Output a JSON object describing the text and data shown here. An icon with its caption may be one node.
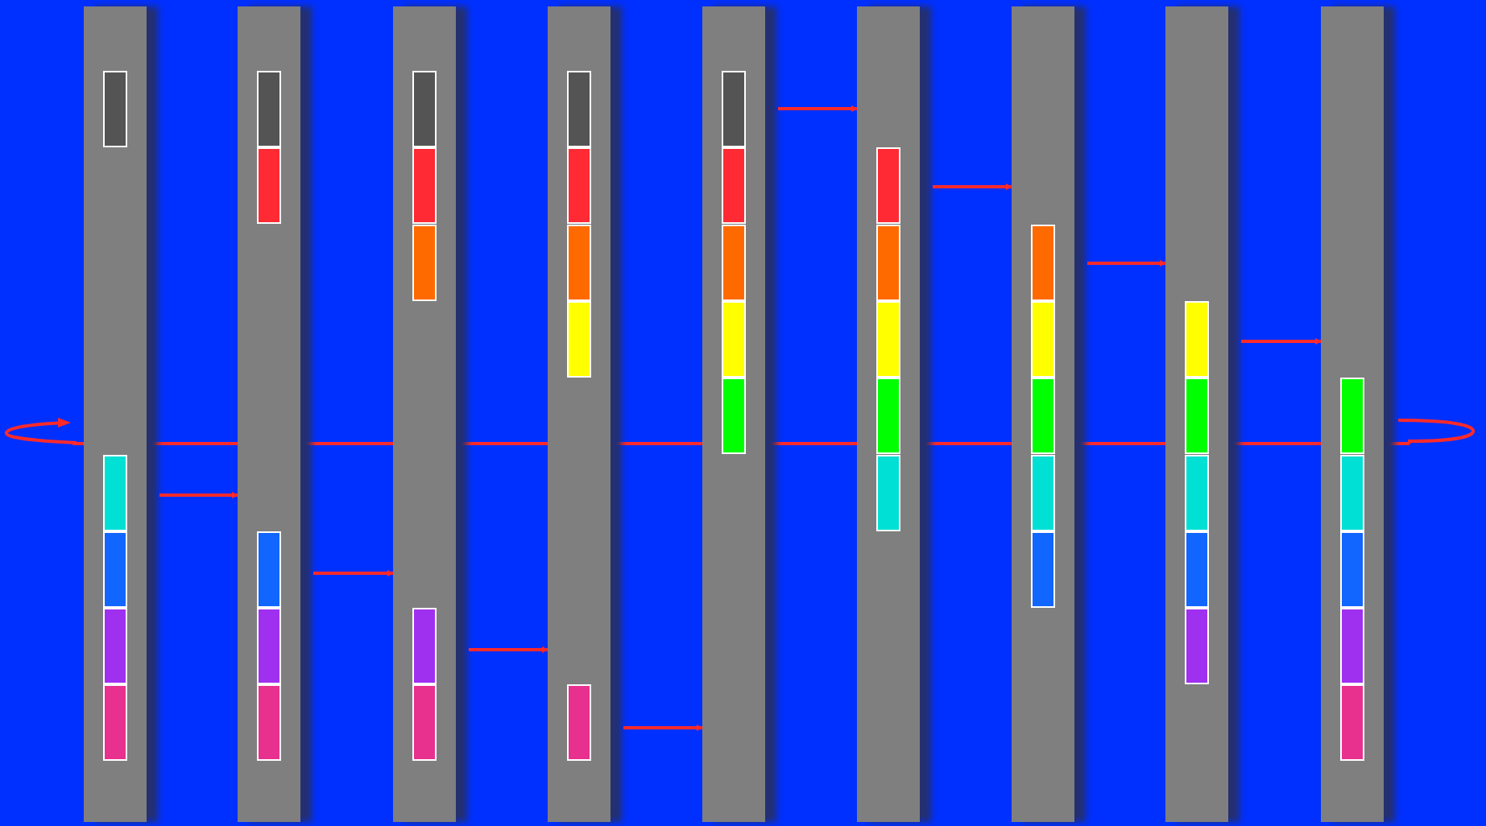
{
  "diagram": {
    "nodes": [
      {
        "text": [],
        "shape": "bar"
      },
      {
        "text": [],
        "shape": "box",
        "in": 0
      },
      {
        "text": [],
        "shape": "box",
        "in": 0
      },
      {
        "text": [],
        "shape": "box",
        "in": 0
      },
      {
        "text": [],
        "shape": "box",
        "in": 0
      },
      {
        "text": [],
        "shape": "box",
        "in": 0
      },
      {
        "text": [],
        "shape": "bar"
      },
      {
        "text": [],
        "shape": "box",
        "in": 6
      },
      {
        "text": [],
        "shape": "box",
        "in": 6
      },
      {
        "text": [],
        "shape": "box",
        "in": 6
      },
      {
        "text": [],
        "shape": "box",
        "in": 6
      },
      {
        "text": [],
        "shape": "box",
        "in": 6
      },
      {
        "text": [],
        "shape": "bar"
      },
      {
        "text": [],
        "shape": "box",
        "in": 12
      },
      {
        "text": [],
        "shape": "box",
        "in": 12
      },
      {
        "text": [],
        "shape": "box",
        "in": 12
      },
      {
        "text": [],
        "shape": "box",
        "in": 12
      },
      {
        "text": [],
        "shape": "box",
        "in": 12
      },
      {
        "text": [],
        "shape": "bar"
      },
      {
        "text": [],
        "shape": "box",
        "in": 18
      },
      {
        "text": [],
        "shape": "box",
        "in": 18
      },
      {
        "text": [],
        "shape": "box",
        "in": 18
      },
      {
        "text": [],
        "shape": "box",
        "in": 18
      },
      {
        "text": [],
        "shape": "box",
        "in": 18
      },
      {
        "text": [],
        "shape": "bar"
      },
      {
        "text": [],
        "shape": "box",
        "in": 24
      },
      {
        "text": [],
        "shape": "box",
        "in": 24
      },
      {
        "text": [],
        "shape": "box",
        "in": 24
      },
      {
        "text": [],
        "shape": "box",
        "in": 24
      },
      {
        "text": [],
        "shape": "box",
        "in": 24
      },
      {
        "text": [],
        "shape": "bar"
      },
      {
        "text": [],
        "shape": "box",
        "in": 30
      },
      {
        "text": [],
        "shape": "box",
        "in": 30
      },
      {
        "text": [],
        "shape": "box",
        "in": 30
      },
      {
        "text": [],
        "shape": "box",
        "in": 30
      },
      {
        "text": [],
        "shape": "box",
        "in": 30
      },
      {
        "text": [],
        "shape": "bar"
      },
      {
        "text": [],
        "shape": "box",
        "in": 36
      },
      {
        "text": [],
        "shape": "box",
        "in": 36
      },
      {
        "text": [],
        "shape": "box",
        "in": 36
      },
      {
        "text": [],
        "shape": "box",
        "in": 36
      },
      {
        "text": [],
        "shape": "box",
        "in": 36
      },
      {
        "text": [],
        "shape": "bar"
      },
      {
        "text": [],
        "shape": "box",
        "in": 42
      },
      {
        "text": [],
        "shape": "box",
        "in": 42
      },
      {
        "text": [],
        "shape": "box",
        "in": 42
      },
      {
        "text": [],
        "shape": "box",
        "in": 42
      },
      {
        "text": [],
        "shape": "box",
        "in": 42
      },
      {
        "text": [],
        "shape": "bar"
      },
      {
        "text": [],
        "shape": "box",
        "in": 48
      },
      {
        "text": [],
        "shape": "box",
        "in": 48
      },
      {
        "text": [],
        "shape": "box",
        "in": 48
      },
      {
        "text": [],
        "shape": "box",
        "in": 48
      },
      {
        "text": [],
        "shape": "box",
        "in": 48
      }
    ],
    "edges": [
      {
        "from": 0,
        "to": 6,
        "arrow": "to"
      },
      {
        "from": 6,
        "to": 12,
        "arrow": "to"
      },
      {
        "from": 12,
        "to": 18,
        "arrow": "to"
      },
      {
        "from": 18,
        "to": 24,
        "arrow": "to"
      },
      {
        "from": 24,
        "to": 30,
        "arrow": "to"
      },
      {
        "from": 30,
        "to": 36,
        "arrow": "to"
      },
      {
        "from": 36,
        "to": 42,
        "arrow": "to"
      },
      {
        "from": 42,
        "to": 48,
        "arrow": "to"
      }
    ]
  }
}
